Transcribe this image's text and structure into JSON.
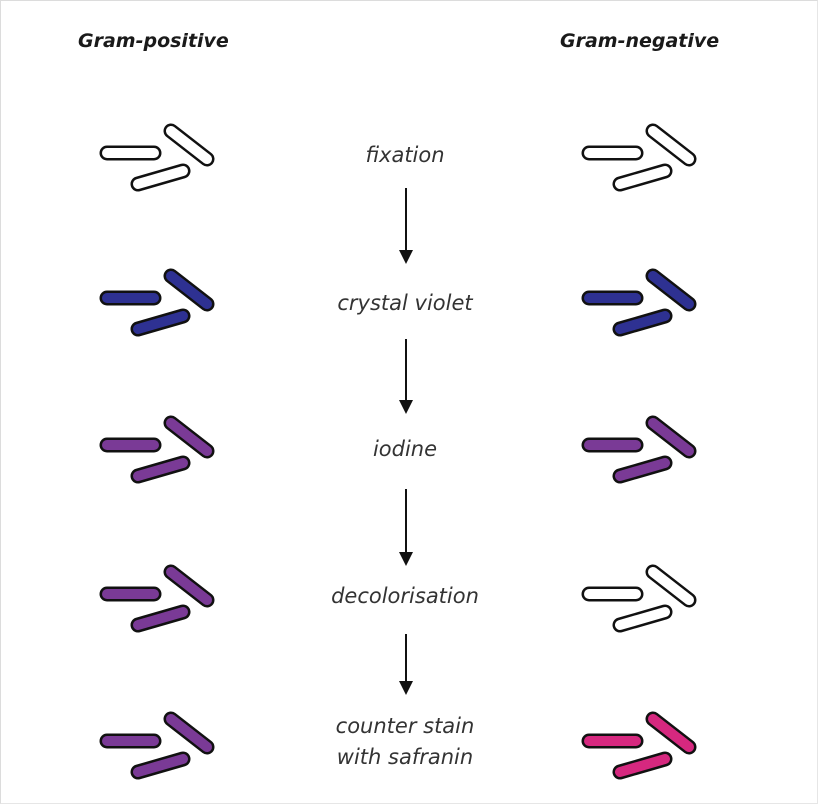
{
  "headers": {
    "left": "Gram-positive",
    "right": "Gram-negative"
  },
  "steps": [
    {
      "label": "fixation",
      "positive_color": "#ffffff",
      "negative_color": "#ffffff"
    },
    {
      "label": "crystal violet",
      "positive_color": "#2e3192",
      "negative_color": "#2e3192"
    },
    {
      "label": "iodine",
      "positive_color": "#7a3a96",
      "negative_color": "#7a3a96"
    },
    {
      "label": "decolorisation",
      "positive_color": "#7a3a96",
      "negative_color": "#ffffff"
    },
    {
      "label_line1": "counter stain",
      "label_line2": "with safranin",
      "positive_color": "#7a3a96",
      "negative_color": "#d6287f"
    }
  ],
  "outline_color": "#111111",
  "arrow_color": "#111111"
}
